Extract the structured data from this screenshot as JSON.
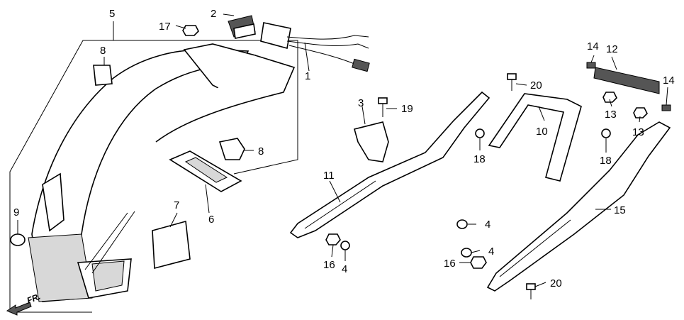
{
  "labels": {
    "l1": "1",
    "l2": "2",
    "l3": "3",
    "l4a": "4",
    "l4b": "4",
    "l4c": "4",
    "l5": "5",
    "l6": "6",
    "l7": "7",
    "l8a": "8",
    "l8b": "8",
    "l9": "9",
    "l10": "10",
    "l11": "11",
    "l12": "12",
    "l13a": "13",
    "l13b": "13",
    "l14a": "14",
    "l14b": "14",
    "l15": "15",
    "l16a": "16",
    "l16b": "16",
    "l17": "17",
    "l18a": "18",
    "l18b": "18",
    "l19": "19",
    "l20a": "20",
    "l20b": "20"
  },
  "direction_marker": "FR."
}
